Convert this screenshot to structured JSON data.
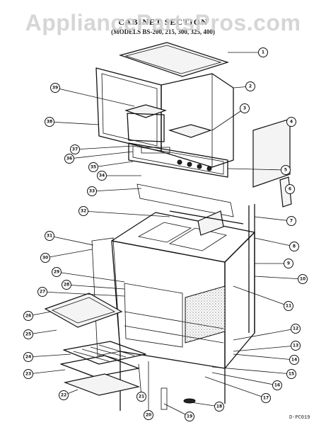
{
  "watermark": "AppliancePartsPros.com",
  "title": "CABINET SECTION",
  "subtitle": "(MODELS BS-200, 215, 300, 325, 400)",
  "doc_code": "D-PC019",
  "callouts": [
    {
      "num": "1"
    },
    {
      "num": "2"
    },
    {
      "num": "3"
    },
    {
      "num": "4"
    },
    {
      "num": "5"
    },
    {
      "num": "6"
    },
    {
      "num": "7"
    },
    {
      "num": "8"
    },
    {
      "num": "9"
    },
    {
      "num": "10"
    },
    {
      "num": "11"
    },
    {
      "num": "12"
    },
    {
      "num": "13"
    },
    {
      "num": "14"
    },
    {
      "num": "15"
    },
    {
      "num": "16"
    },
    {
      "num": "17"
    },
    {
      "num": "18"
    },
    {
      "num": "19"
    },
    {
      "num": "20"
    },
    {
      "num": "21"
    },
    {
      "num": "22"
    },
    {
      "num": "23"
    },
    {
      "num": "24"
    },
    {
      "num": "25"
    },
    {
      "num": "26"
    },
    {
      "num": "27"
    },
    {
      "num": "28"
    },
    {
      "num": "29"
    },
    {
      "num": "30"
    },
    {
      "num": "31"
    },
    {
      "num": "32"
    },
    {
      "num": "33"
    },
    {
      "num": "34"
    },
    {
      "num": "35"
    },
    {
      "num": "36"
    },
    {
      "num": "37"
    },
    {
      "num": "38"
    },
    {
      "num": "39"
    }
  ]
}
